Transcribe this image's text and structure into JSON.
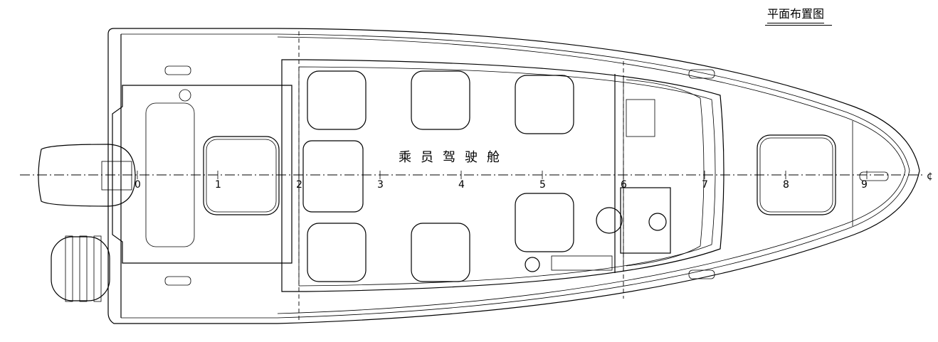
{
  "drawing": {
    "title": "平面布置图",
    "cabin_label": "乘员驾驶舱",
    "stations": [
      "0",
      "1",
      "2",
      "3",
      "4",
      "5",
      "6",
      "7",
      "8",
      "9"
    ],
    "centerline_symbol": "¢"
  },
  "colors": {
    "line": "#000000",
    "background": "#ffffff"
  }
}
